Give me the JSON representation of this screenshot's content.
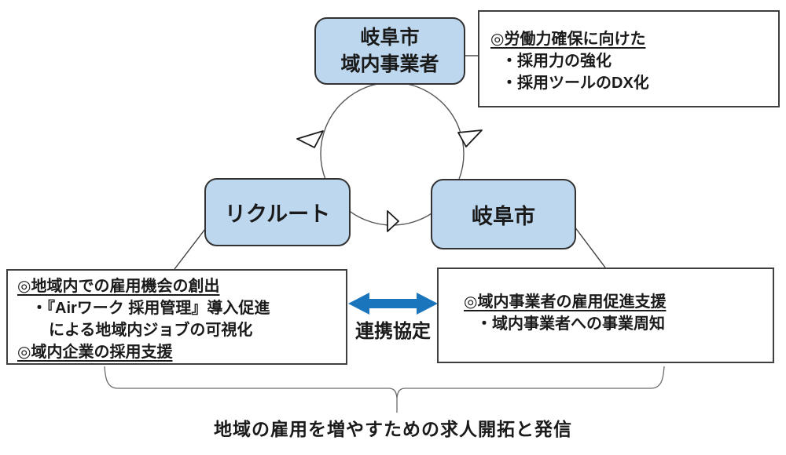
{
  "nodes": {
    "top": {
      "line1": "岐阜市",
      "line2": "域内事業者"
    },
    "left": {
      "label": "リクルート"
    },
    "right": {
      "label": "岐阜市"
    }
  },
  "top_right_box": {
    "heading": "◎労働力確保に向けた",
    "item1": "・採用力の強化",
    "item2": "・採用ツールのDX化"
  },
  "left_box": {
    "heading1": "◎地域内での雇用機会の創出",
    "item1": "・『Airワーク 採用管理』導入促進",
    "item2": "による地域内ジョブの可視化",
    "heading2": "◎域内企業の採用支援"
  },
  "right_box": {
    "heading": "◎域内事業者の雇用促進支援",
    "item1": "・域内事業者への事業周知"
  },
  "partnership": {
    "label": "連携協定"
  },
  "caption": {
    "text": "地域の雇用を増やすための求人開拓と発信"
  },
  "colors": {
    "node_fill": "#BDD7EE",
    "node_border": "#323232",
    "partnership_arrow_blue": "#1B75BC",
    "box_border": "#3F3F3F",
    "connector_line": "#4A4A4A",
    "brace_line": "#6A6A6A"
  }
}
